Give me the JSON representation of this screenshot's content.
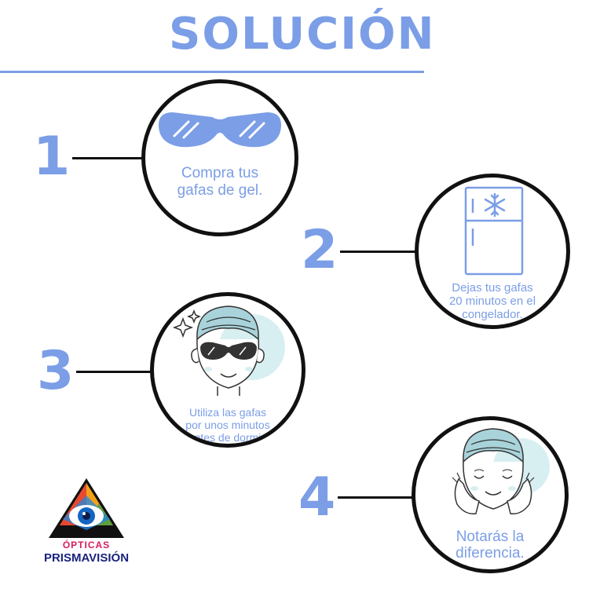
{
  "header": {
    "title": "SOLUCIÓN"
  },
  "steps": [
    {
      "number": "1",
      "caption_lines": [
        "Compra tus",
        "gafas de gel."
      ]
    },
    {
      "number": "2",
      "caption_lines": [
        "Dejas tus gafas",
        "20 minutos en el",
        "congelador."
      ]
    },
    {
      "number": "3",
      "caption_lines": [
        "Utiliza las gafas",
        "por unos minutos",
        "antes de dormir."
      ]
    },
    {
      "number": "4",
      "caption_lines": [
        "Notarás la",
        "diferencia."
      ]
    }
  ],
  "logo": {
    "line1": "ÓPTICAS",
    "line2": "PRISMAVISIÓN"
  },
  "colors": {
    "accent": "#7b9ee6",
    "outline": "#111111",
    "bubble": "#d8eff1",
    "towel": "#a9d3da"
  }
}
